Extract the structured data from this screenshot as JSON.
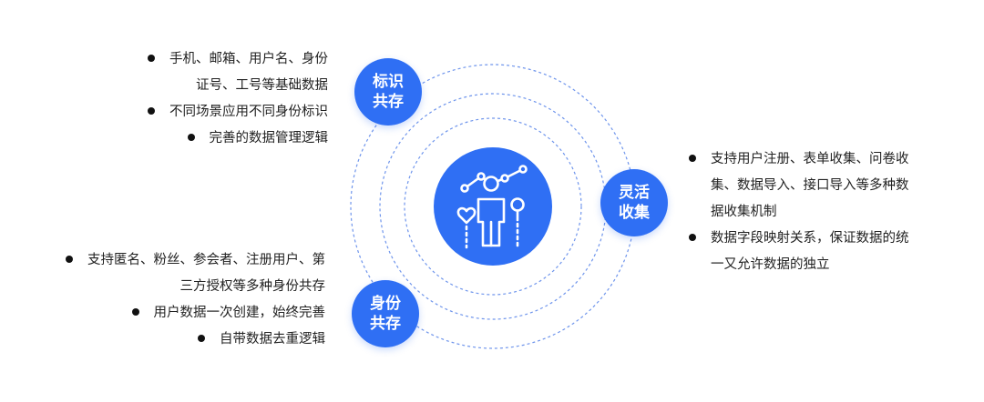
{
  "colors": {
    "accent": "#2f6ff4",
    "ring": "#6f95ec"
  },
  "hub": {
    "icon": "person-data-icon"
  },
  "nodes": {
    "identity_coexist": {
      "line1": "标识",
      "line2": "共存"
    },
    "flexible_collect": {
      "line1": "灵活",
      "line2": "收集"
    },
    "profile_coexist": {
      "line1": "身份",
      "line2": "共存"
    }
  },
  "lists": {
    "top_left": [
      [
        "手机、邮箱、用户名、身份",
        "证号、工号等基础数据"
      ],
      [
        "不同场景应用不同身份标识"
      ],
      [
        "完善的数据管理逻辑"
      ]
    ],
    "right": [
      [
        "支持用户注册、表单收集、问卷收",
        "集、数据导入、接口导入等多种数",
        "据收集机制"
      ],
      [
        "数据字段映射关系，保证数据的统",
        "一又允许数据的独立"
      ]
    ],
    "bottom_left": [
      [
        "支持匿名、粉丝、参会者、注册用户、第",
        "三方授权等多种身份共存"
      ],
      [
        "用户数据一次创建，始终完善"
      ],
      [
        "自带数据去重逻辑"
      ]
    ]
  }
}
